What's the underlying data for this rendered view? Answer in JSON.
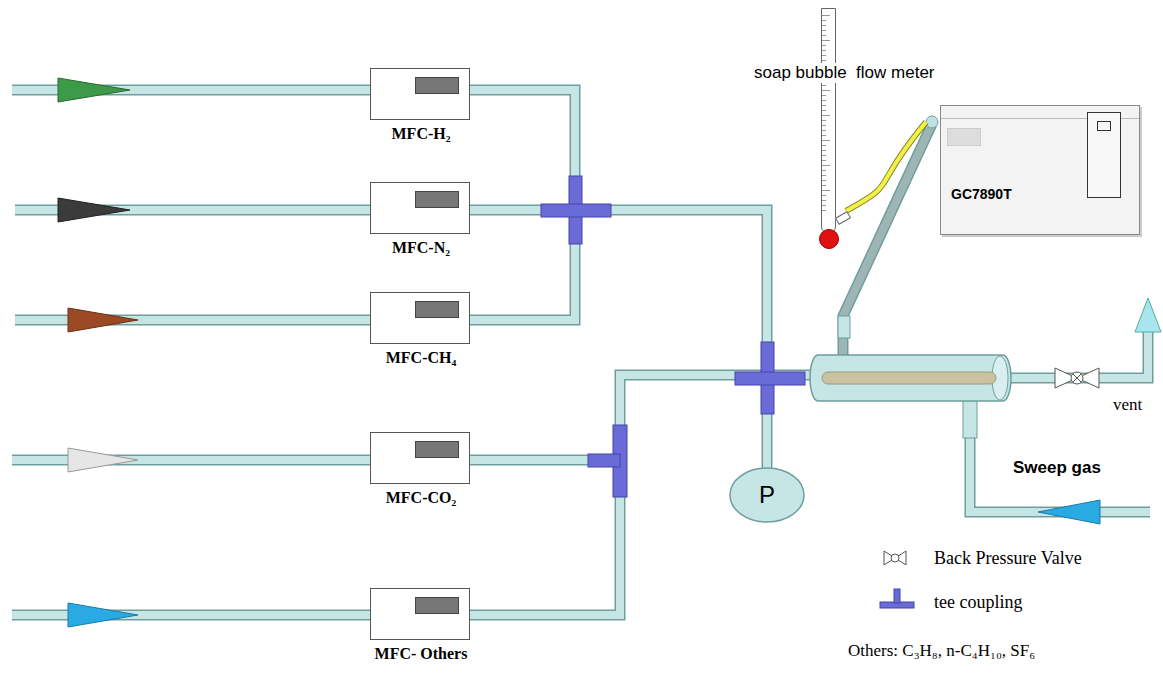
{
  "diagram": {
    "nodes": [
      {
        "text": [
          "soap bubble  flow meter"
        ]
      },
      {
        "text": [
          "GC7890T"
        ]
      },
      {
        "text": [
          "MFC-H₂"
        ]
      },
      {
        "text": [
          "MFC-N₂"
        ]
      },
      {
        "text": [
          "MFC-CH₄"
        ]
      },
      {
        "text": [
          "MFC-CO₂"
        ]
      },
      {
        "text": [
          "P"
        ]
      },
      {
        "text": [
          "MFC- Others"
        ]
      }
    ],
    "edges": [
      {
        "from": 0,
        "to": 1,
        "arrow": "none"
      }
    ],
    "labels": [
      "vent",
      "Sweep gas",
      "Others: C₃H₈, n-C₄H₁₀, SF₆"
    ],
    "legend": [
      {
        "text": "Back Pressure Valve"
      },
      {
        "text": "tee coupling"
      }
    ]
  }
}
